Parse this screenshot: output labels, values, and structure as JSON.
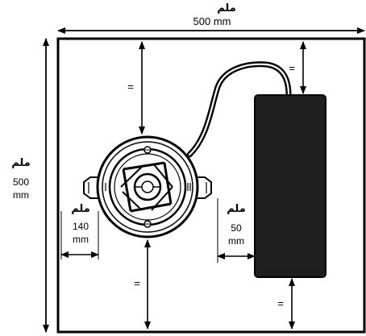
{
  "colors": {
    "background": "#ffffff",
    "ink": "#000000",
    "driver_fill": "#1e1e1e"
  },
  "dimensions": {
    "top_width": {
      "unit_ar": "ملم",
      "value": "500 mm"
    },
    "left_height": {
      "unit_ar": "ملم",
      "value": "500",
      "unit": "mm"
    },
    "side_clearance": {
      "unit_ar": "ملم",
      "value": "140",
      "unit": "mm"
    },
    "gap_clearance": {
      "unit_ar": "ملم",
      "value": "50",
      "unit": "mm"
    },
    "equal_marks": [
      "=",
      "=",
      "=",
      "="
    ]
  },
  "icons": {
    "luminaire": "round-recessed-luminaire-icon",
    "driver": "driver-box-icon",
    "cable": "power-cable-icon"
  }
}
